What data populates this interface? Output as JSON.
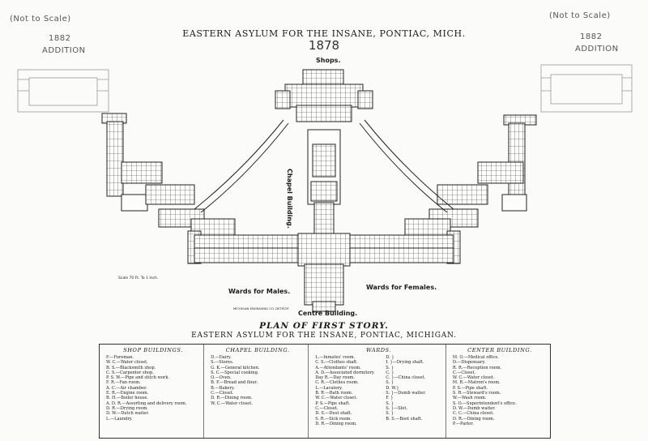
{
  "annotations": {
    "not_to_scale_left": "(Not to Scale)",
    "not_to_scale_right": "(Not to Scale)",
    "addition_left_year": "1882",
    "addition_left": "ADDITION",
    "addition_right_year": "1882",
    "addition_right": "ADDITION",
    "year": "1878"
  },
  "header": {
    "title": "EASTERN ASYLUM FOR THE INSANE, PONTIAC, MICH."
  },
  "labels": {
    "shops": "Shops.",
    "chapel": "Chapel Building.",
    "wards_males": "Wards for Males.",
    "wards_females": "Wards for Females.",
    "centre": "Centre Building.",
    "scale": "Scale 70 Ft. To 1 Inch.",
    "engraver": "MICHIGAN ENGRAVING CO. DETROIT"
  },
  "plan": {
    "title": "PLAN OF FIRST STORY.",
    "subtitle": "EASTERN ASYLUM FOR THE INSANE, PONTIAC, MICHIGAN."
  },
  "legend": {
    "shop": {
      "heading": "SHOP BUILDINGS.",
      "items": [
        "F.—Foreman.",
        "W. C.—Water closet.",
        "B. S.—Blacksmith shop.",
        "C. S.—Carpenter shop.",
        "P. S. W.—Pipe and stitch work.",
        "F. R.—Fan room.",
        "A. C.—Air chamber.",
        "E. R.—Engine room.",
        "B. H.—Boiler house.",
        "A. D. R.—Assorting and delivery room.",
        "D. R.—Drying room.",
        "D. W.—Dutch waiter.",
        "L.—Laundry."
      ]
    },
    "chapel": {
      "heading": "CHAPEL BUILDING.",
      "items": [
        "D.—Dairy.",
        "S.—Stores.",
        "G. K.—General kitchen.",
        "S. C.—Special cooking.",
        "O.—Oven.",
        "B. F.—Bread and flour.",
        "B.—Bakery.",
        "C.—Closet.",
        "D. R.—Dining room.",
        "W. C.—Water closet."
      ]
    },
    "wards": {
      "heading": "WARDS.",
      "items": [
        "L.—Inmates' room.",
        "C. S.—Clothes shaft.",
        "A.—Attendants' room.",
        "A. D.—Associated dormitory.",
        "Day R.—Day room.",
        "C. R.—Clothes room.",
        "L.—Lavatory.",
        "B. R.—Bath room.",
        "W. C.—Water closet.",
        "P. S.—Pipe shaft.",
        "C.—Closet.",
        "D. S.—Dust shaft.",
        "S. R.—Sick room.",
        "D. R.—Dining room."
      ],
      "items2": [
        "D. }",
        "I. }—Drying shaft.",
        "S. }",
        "C. }",
        "C. }—China closet.",
        "S. }",
        "D. W.}",
        "S. }—Dumb waiter.",
        "F. }",
        "S. }",
        "S. }—Slot.",
        "S. }",
        "B. S.—Boot shaft."
      ]
    },
    "center": {
      "heading": "CENTER BUILDING.",
      "items": [
        "M. O.—Medical office.",
        "D.—Dispensary.",
        "R. R.—Reception room.",
        "C.—Closet.",
        "W. C.—Water closet.",
        "M. R.—Matron's room.",
        "P. S.—Pipe shaft.",
        "S. R.—Steward's room.",
        "W.—Wash room.",
        "S. O.—Superintendent's office.",
        "D. W.—Dumb waiter.",
        "C. C.—China closet.",
        "D. R.—Dining room.",
        "P.—Parlor."
      ]
    }
  }
}
